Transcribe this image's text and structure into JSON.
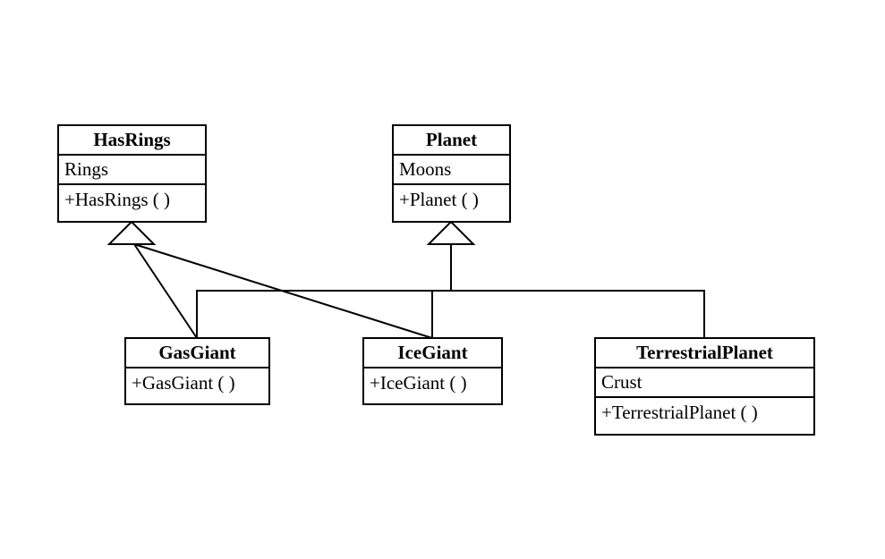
{
  "diagram": {
    "type": "UML class diagram",
    "classes": {
      "hasrings": {
        "name": "HasRings",
        "attributes": [
          "Rings"
        ],
        "operations": [
          "+HasRings ( )"
        ]
      },
      "planet": {
        "name": "Planet",
        "attributes": [
          "Moons"
        ],
        "operations": [
          "+Planet ( )"
        ]
      },
      "gasgiant": {
        "name": "GasGiant",
        "attributes": [],
        "operations": [
          "+GasGiant ( )"
        ]
      },
      "icegiant": {
        "name": "IceGiant",
        "attributes": [],
        "operations": [
          "+IceGiant ( )"
        ]
      },
      "terrestrial": {
        "name": "TerrestrialPlanet",
        "attributes": [
          "Crust"
        ],
        "operations": [
          "+TerrestrialPlanet ( )"
        ]
      }
    },
    "relationships": [
      {
        "type": "generalization",
        "from": "GasGiant",
        "to": "HasRings"
      },
      {
        "type": "generalization",
        "from": "IceGiant",
        "to": "HasRings"
      },
      {
        "type": "generalization",
        "from": "GasGiant",
        "to": "Planet"
      },
      {
        "type": "generalization",
        "from": "IceGiant",
        "to": "Planet"
      },
      {
        "type": "generalization",
        "from": "TerrestrialPlanet",
        "to": "Planet"
      }
    ]
  }
}
